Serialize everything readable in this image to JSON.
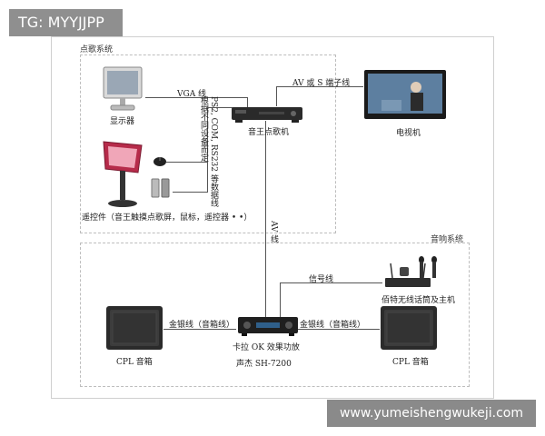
{
  "badge": {
    "text": "TG: MYYJJPP"
  },
  "watermark": {
    "text": "www.yumeishengwukeji.com"
  },
  "groups": {
    "dianli": "点歌系统",
    "yinxiang": "音响系统"
  },
  "devices": {
    "monitor": "显示器",
    "player": "音王点歌机",
    "tv": "电视机",
    "remote": "遥控件（音王触摸点歌屏，鼠标，遥控器 • •）",
    "mic": "佰特无线话筒及主机",
    "amp_line1": "卡拉 OK 效果功放",
    "amp_line2": "声杰 SH-7200",
    "speaker_left": "CPL 音箱",
    "speaker_right": "CPL 音箱"
  },
  "cables": {
    "vga": "VGA 线",
    "av_s": "AV 或 S 端子线",
    "ps2": "PS2, COM, RS232 等数据线",
    "ps2_note": "根据不同设备而定",
    "av": "AV 线",
    "signal": "信号线",
    "speaker_left": "金银线（音箱线）",
    "speaker_right": "金银线（音箱线）"
  }
}
